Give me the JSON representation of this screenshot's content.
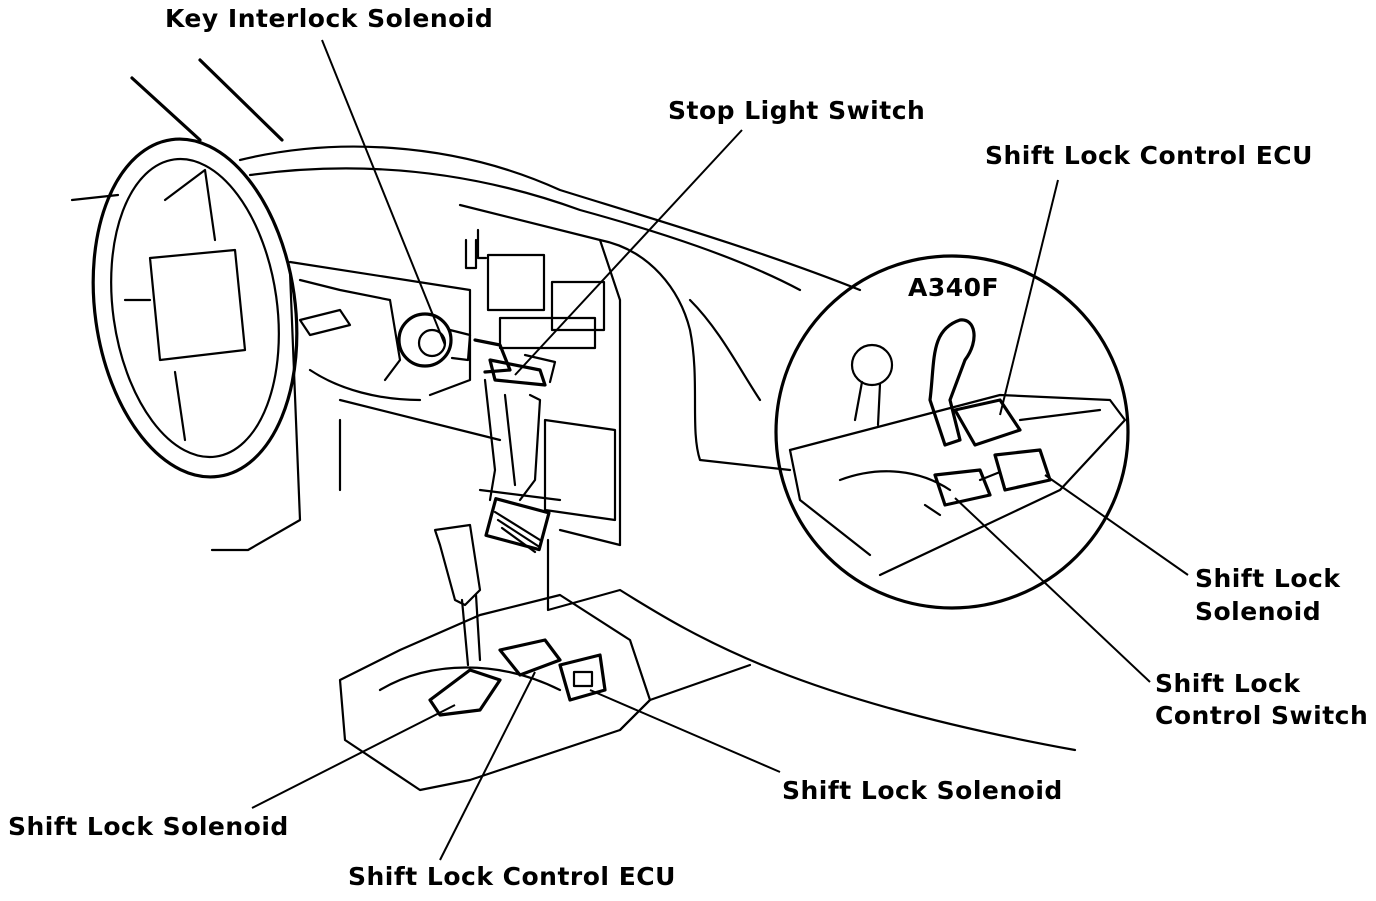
{
  "labels": {
    "key_interlock_solenoid": "Key Interlock Solenoid",
    "stop_light_switch": "Stop Light Switch",
    "shift_lock_control_ecu_top": "Shift Lock Control ECU",
    "inset_model": "A340F",
    "shift_lock_solenoid_right_1": "Shift Lock",
    "shift_lock_solenoid_right_2": "Solenoid",
    "shift_lock_control_switch_1": "Shift Lock",
    "shift_lock_control_switch_2": "Control Switch",
    "shift_lock_solenoid_mid": "Shift Lock Solenoid",
    "shift_lock_solenoid_left": "Shift Lock Solenoid",
    "shift_lock_control_ecu_bottom": "Shift Lock Control ECU"
  },
  "colors": {
    "ink": "#000000",
    "paper": "#ffffff"
  }
}
